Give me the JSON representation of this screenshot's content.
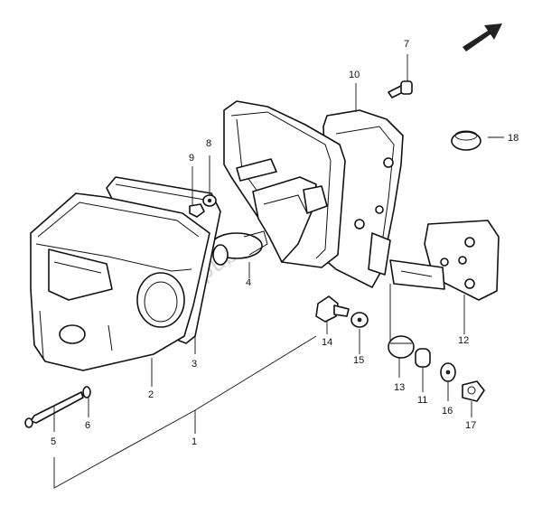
{
  "callouts": [
    {
      "id": "1",
      "text": "1"
    },
    {
      "id": "2",
      "text": "2"
    },
    {
      "id": "3",
      "text": "3"
    },
    {
      "id": "4",
      "text": "4"
    },
    {
      "id": "5",
      "text": "5"
    },
    {
      "id": "6",
      "text": "6"
    },
    {
      "id": "7",
      "text": "7"
    },
    {
      "id": "8",
      "text": "8"
    },
    {
      "id": "9",
      "text": "9"
    },
    {
      "id": "10",
      "text": "10"
    },
    {
      "id": "11",
      "text": "11"
    },
    {
      "id": "12",
      "text": "12"
    },
    {
      "id": "13",
      "text": "13"
    },
    {
      "id": "14",
      "text": "14"
    },
    {
      "id": "15",
      "text": "15"
    },
    {
      "id": "16",
      "text": "16"
    },
    {
      "id": "17",
      "text": "17"
    },
    {
      "id": "18",
      "text": "18"
    }
  ],
  "watermark": "Partsrepublik",
  "icons": {
    "direction": "direction-arrow-icon",
    "watermark": "gear-icon"
  },
  "colors": {
    "ink": "#111111",
    "background": "#ffffff",
    "watermark": "#d6d6d6"
  }
}
